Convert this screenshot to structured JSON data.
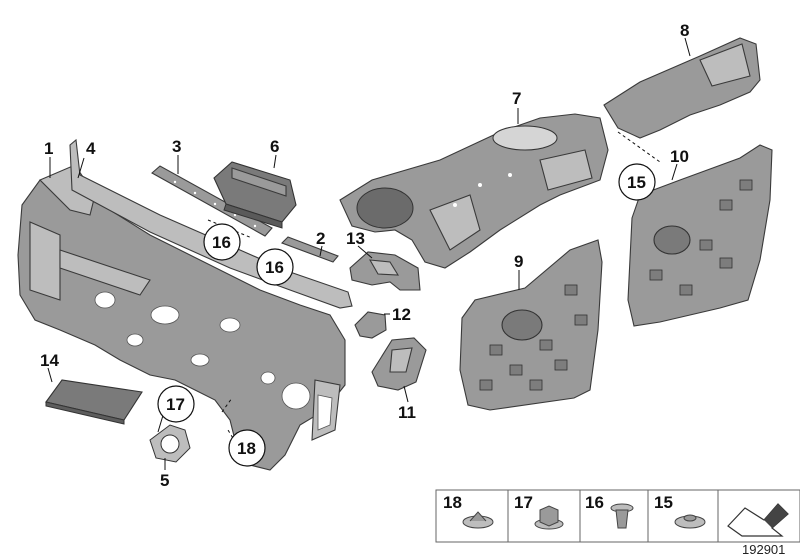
{
  "callouts": {
    "c1": "1",
    "c2": "2",
    "c3": "3",
    "c4": "4",
    "c5": "5",
    "c6": "6",
    "c7": "7",
    "c8": "8",
    "c9": "9",
    "c10": "10",
    "c11": "11",
    "c12": "12",
    "c13": "13",
    "c14": "14"
  },
  "circled": {
    "c15": "15",
    "c16a": "16",
    "c16b": "16",
    "c17": "17",
    "c18": "18"
  },
  "legend": {
    "items": [
      {
        "label": "18",
        "icon": "flat-washer-icon"
      },
      {
        "label": "17",
        "icon": "hex-nut-washer-icon"
      },
      {
        "label": "16",
        "icon": "expanding-rivet-icon"
      },
      {
        "label": "15",
        "icon": "spring-nut-icon"
      }
    ],
    "arrow_icon": "direction-arrow-icon"
  },
  "reference_number": "192901",
  "colors": {
    "part": "#9a9a9a",
    "line": "#111111",
    "background": "#ffffff"
  }
}
